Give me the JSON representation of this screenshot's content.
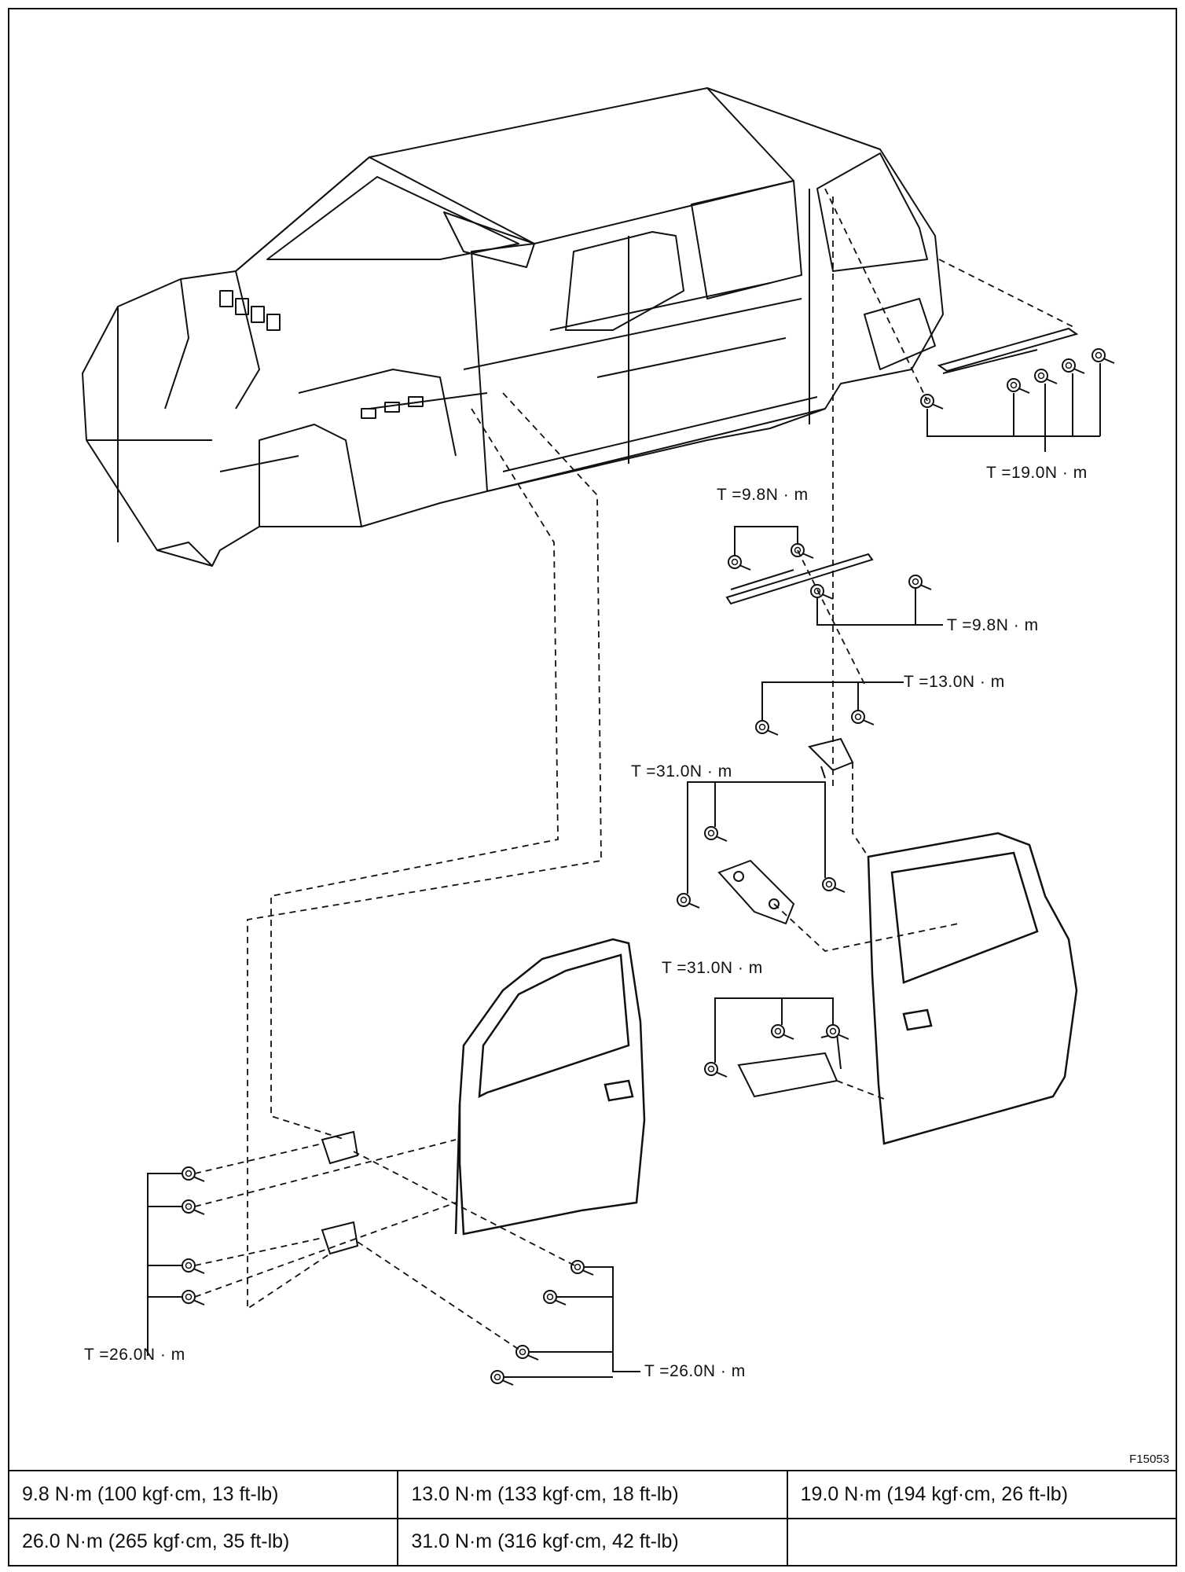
{
  "figure_id": "F15053",
  "torque_labels": {
    "rear_rail": "T =19.0N · m",
    "mid_rail_upper": "T =9.8N · m",
    "mid_rail_lower": "T =9.8N · m",
    "upper_guide": "T =13.0N · m",
    "center_hinge": "T =31.0N · m",
    "lower_arm": "T =31.0N · m",
    "front_body_bolts": "T =26.0N · m",
    "front_door_bolts": "T =26.0N · m"
  },
  "spec_table": {
    "rows": [
      [
        "9.8 N·m (100 kgf·cm, 13 ft-lb)",
        "13.0 N·m (133 kgf·cm, 18 ft-lb)",
        "19.0 N·m (194 kgf·cm, 26 ft-lb)"
      ],
      [
        "26.0 N·m (265 kgf·cm, 35 ft-lb)",
        "31.0 N·m (316 kgf·cm, 42 ft-lb)",
        ""
      ]
    ]
  }
}
